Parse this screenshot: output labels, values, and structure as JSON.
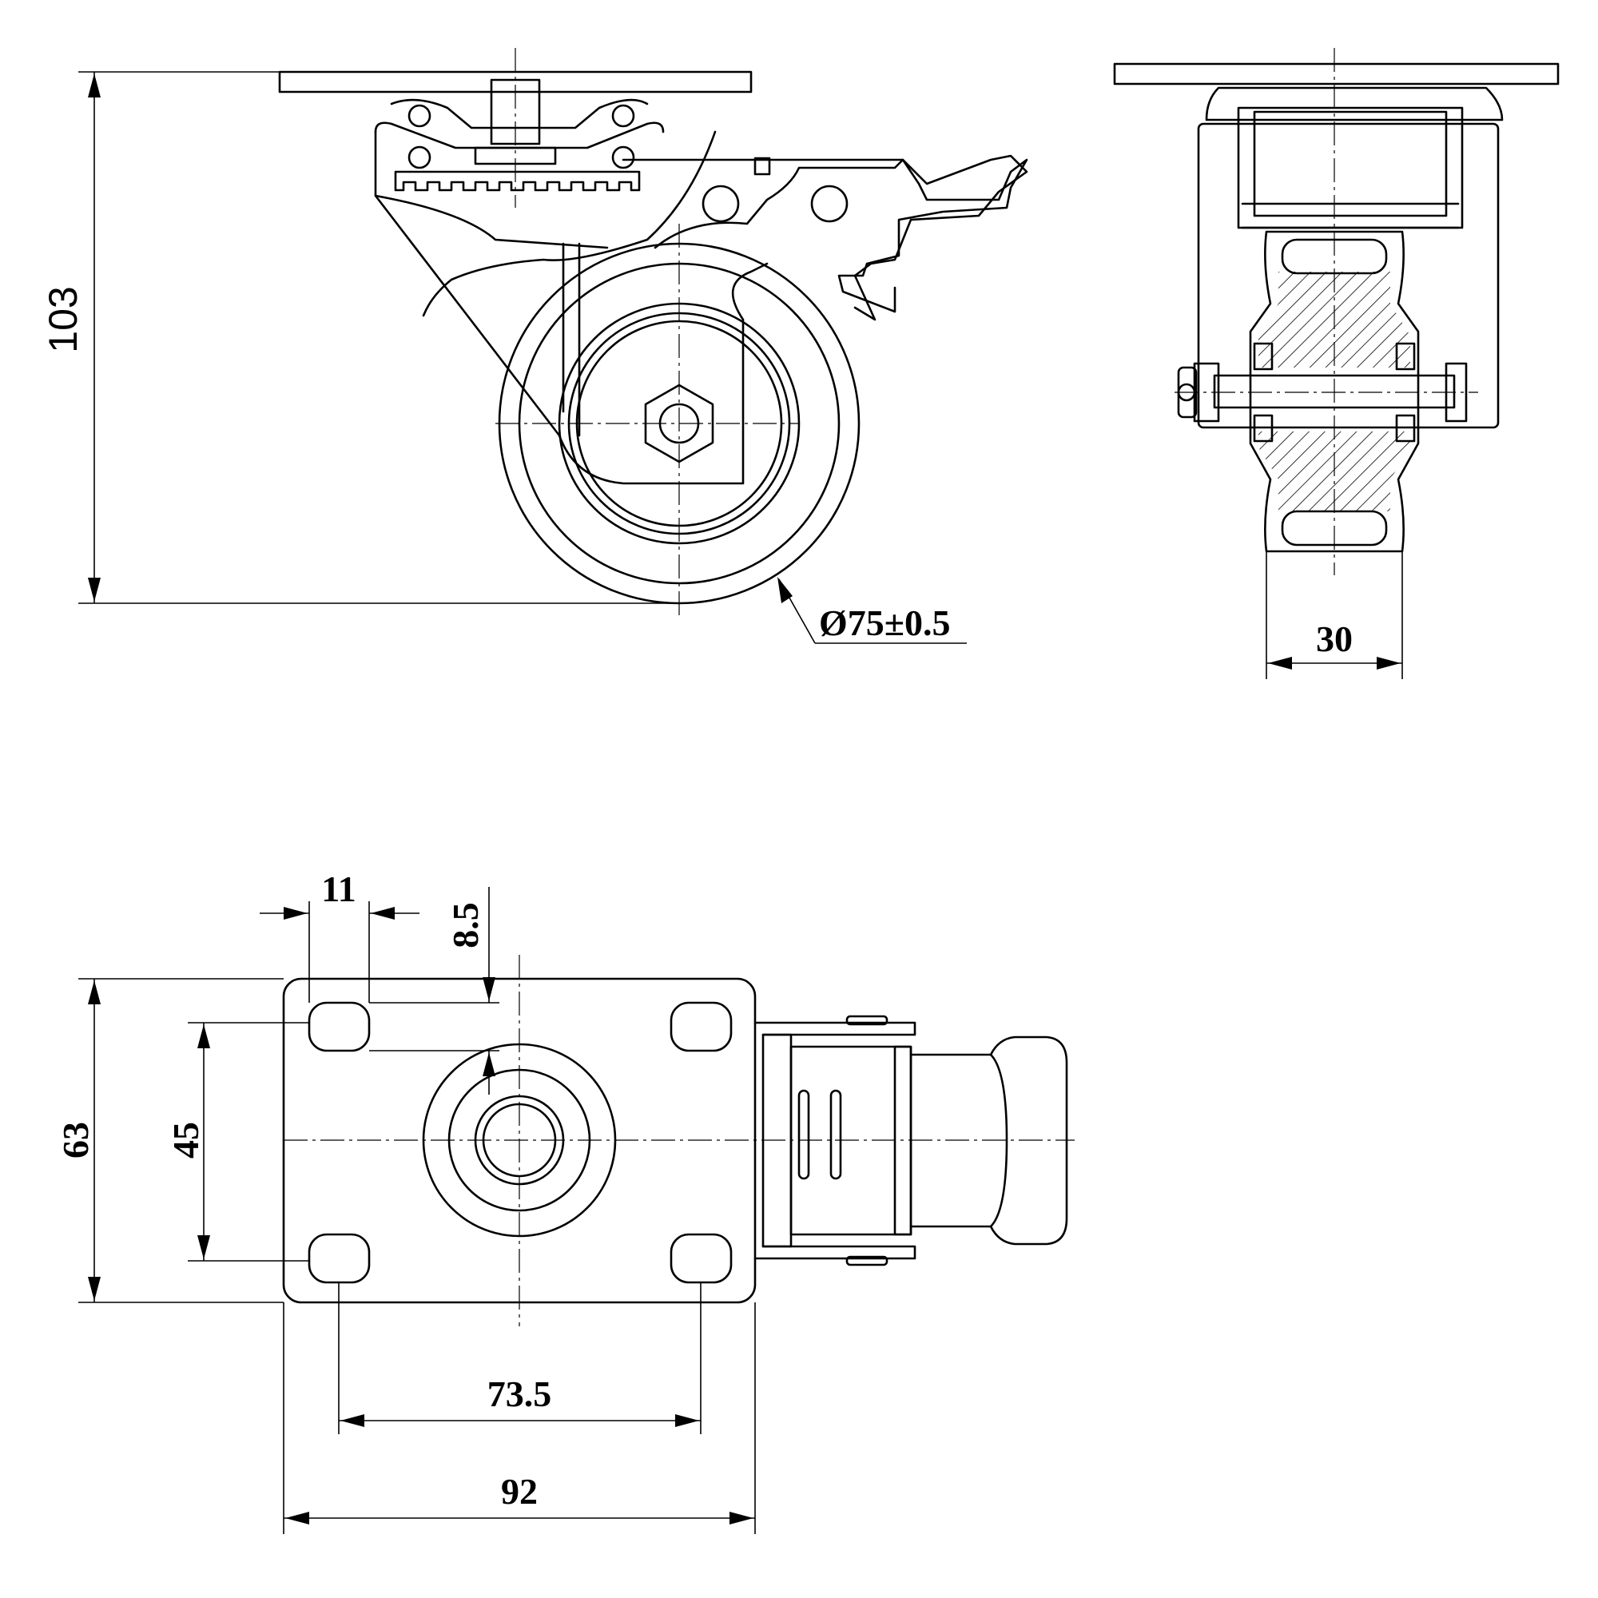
{
  "dimensions": {
    "height": "103",
    "wheel_diameter": "Ø75±0.5",
    "wheel_width": "30",
    "plate_length": "92",
    "bolt_spacing_length": "73.5",
    "plate_width": "63",
    "bolt_spacing_width": "45",
    "slot_width": "11",
    "slot_height": "8.5"
  },
  "colors": {
    "line": "#000000",
    "background": "#ffffff"
  }
}
